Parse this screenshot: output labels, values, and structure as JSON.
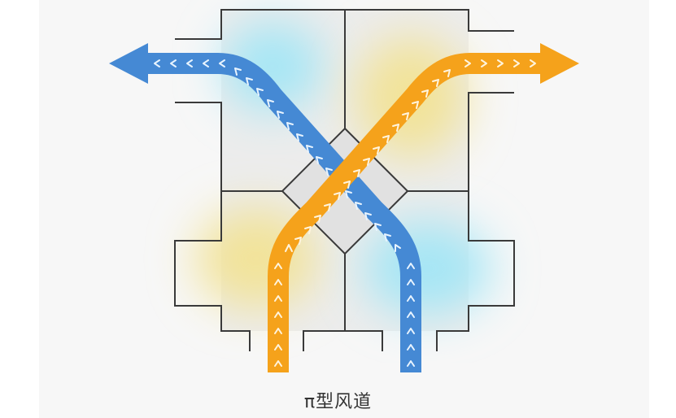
{
  "caption": "π型风道",
  "colors": {
    "supply_air": "#f5a21b",
    "exhaust_air": "#4589d4",
    "outline": "#3a3a3a",
    "core_fill": "#e1e1e1",
    "warm_glow": "#f2e39a",
    "cool_glow": "#a6e6f5"
  },
  "flows": [
    {
      "id": "exhaust-flow",
      "color_key": "exhaust_air",
      "chevron": "<",
      "arrow": "left"
    },
    {
      "id": "supply-flow",
      "color_key": "supply_air",
      "chevron": ">",
      "arrow": "right"
    }
  ]
}
